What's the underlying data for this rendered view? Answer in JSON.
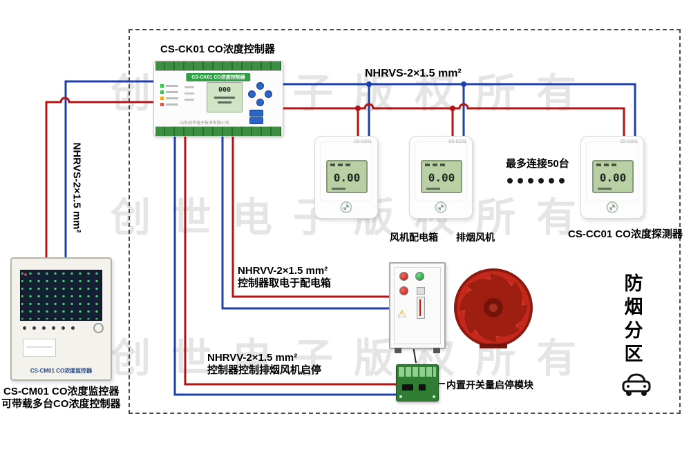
{
  "diagram": {
    "watermark_text": "创世电子版权所有",
    "zone_label": "防烟分区"
  },
  "controller": {
    "caption": "CS-CK01 CO浓度控制器",
    "face_label": "CS-CK01 CO浓度控制器",
    "lcd_value": "000",
    "brand_text": "山东创世电子技术有限公司"
  },
  "monitor": {
    "device_print": "CS-CM01 CO浓度监控器",
    "caption_line1": "CS-CM01 CO浓度监控器",
    "caption_line2": "可带载多台CO浓度控制器"
  },
  "detector": {
    "model": "CS-CC01",
    "reading": "0.00",
    "caption": "CS-CC01 CO浓度探测器",
    "max_connect_note": "最多连接50台"
  },
  "wiring": {
    "top_bus_label": "NHRVS-2×1.5 mm²",
    "left_bus_label": "NHRVS-2×1.5 mm²",
    "power_line1": "NHRVV-2×1.5 mm²",
    "power_line2": "控制器取电于配电箱",
    "control_line1": "NHRVV-2×1.5 mm²",
    "control_line2": "控制器控制排烟风机启停"
  },
  "equipment": {
    "distribution_box_label": "风机配电箱",
    "fan_label": "排烟风机",
    "module_label": "内置开关量启停模块"
  },
  "colors": {
    "wire_red": "#b31312",
    "wire_blue": "#1d3fae",
    "lcd_green": "#b9cfa4",
    "fan_red": "#c4281b"
  }
}
